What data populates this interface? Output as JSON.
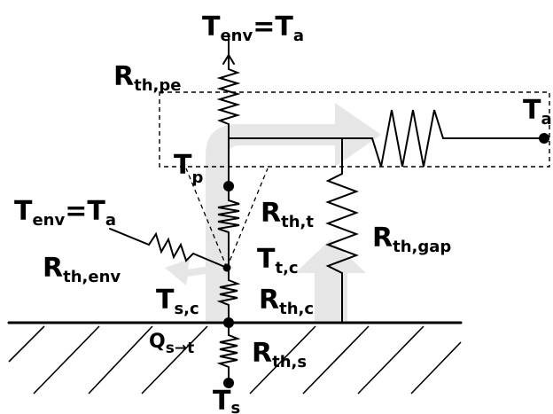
{
  "diagram": {
    "labels": {
      "t_env_top": {
        "main": "T",
        "sub": "env",
        "rest": "=T",
        "sub2": "a"
      },
      "t_env_left": {
        "main": "T",
        "sub": "env",
        "rest": "=T",
        "sub2": "a"
      },
      "r_th_pe": {
        "main": "R",
        "sub": "th,pe"
      },
      "t_a_right": {
        "main": "T",
        "sub": "a"
      },
      "t_p": {
        "main": "T",
        "sub": "p"
      },
      "r_th_t": {
        "main": "R",
        "sub": "th,t"
      },
      "r_th_gap": {
        "main": "R",
        "sub": "th,gap"
      },
      "t_t_c": {
        "main": "T",
        "sub": "t,c"
      },
      "r_th_env": {
        "main": "R",
        "sub": "th,env"
      },
      "t_s_c": {
        "main": "T",
        "sub": "s,c"
      },
      "r_th_c": {
        "main": "R",
        "sub": "th,c"
      },
      "q_s_t": {
        "main": "Q",
        "sub": "s→t"
      },
      "r_th_s": {
        "main": "R",
        "sub": "th,s"
      },
      "t_s": {
        "main": "T",
        "sub": "s"
      }
    },
    "colors": {
      "wire": "#000000",
      "heat_flow_arrow": "#e6e6e6",
      "background": "#ffffff"
    }
  }
}
